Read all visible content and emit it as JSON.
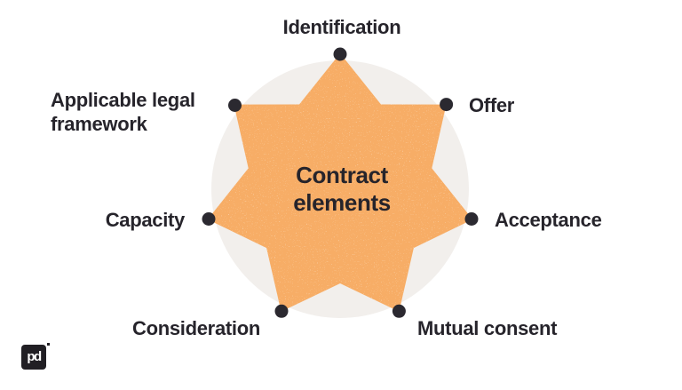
{
  "diagram": {
    "center_title": "Contract elements",
    "labels": [
      {
        "id": "identification",
        "text": "Identification"
      },
      {
        "id": "offer",
        "text": "Offer"
      },
      {
        "id": "acceptance",
        "text": "Acceptance"
      },
      {
        "id": "mutual-consent",
        "text": "Mutual consent"
      },
      {
        "id": "consideration",
        "text": "Consideration"
      },
      {
        "id": "capacity",
        "text": "Capacity"
      },
      {
        "id": "applicable-legal-framework",
        "text": "Applicable legal framework"
      }
    ],
    "colors": {
      "star": "#F7AD66",
      "background_circle": "#F2EFEC",
      "dot": "#2B2930",
      "text": "#26242B",
      "page_background": "#FFFFFF",
      "logo_background": "#211F24",
      "logo_glyph": "#FFFFFF"
    }
  },
  "logo": {
    "glyph": "pd"
  }
}
